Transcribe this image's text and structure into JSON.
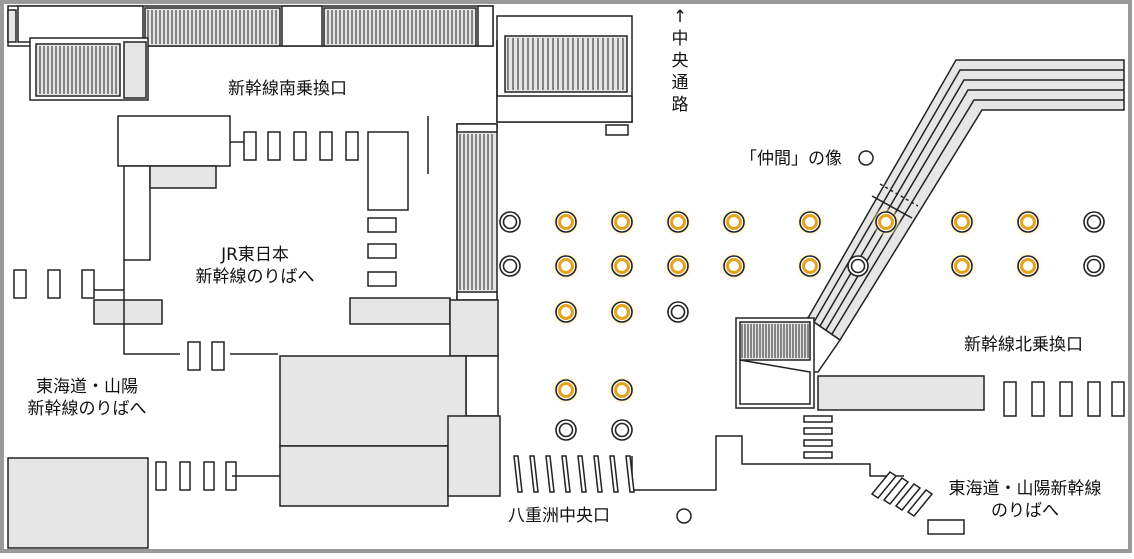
{
  "labels": {
    "south_transfer": "新幹線南乗換口",
    "central_passage_arrow": "↑",
    "central_passage_chars": [
      "中",
      "央",
      "通",
      "路"
    ],
    "nakama_statue": "「仲間」の像",
    "jr_east_line1": "JR東日本",
    "jr_east_line2": "新幹線のりばへ",
    "tokaido_left_line1": "東海道・山陽",
    "tokaido_left_line2": "新幹線のりばへ",
    "north_transfer": "新幹線北乗換口",
    "yaesu_central": "八重洲中央口",
    "tokaido_right_line1": "東海道・山陽新幹線",
    "tokaido_right_line2": "のりばへ"
  },
  "colors": {
    "stroke": "#222222",
    "border": "#9a9a9a",
    "highlight": "#f5c242",
    "highlight_glow": "#fde9b0",
    "stair_fill": "#e6e6e6"
  }
}
